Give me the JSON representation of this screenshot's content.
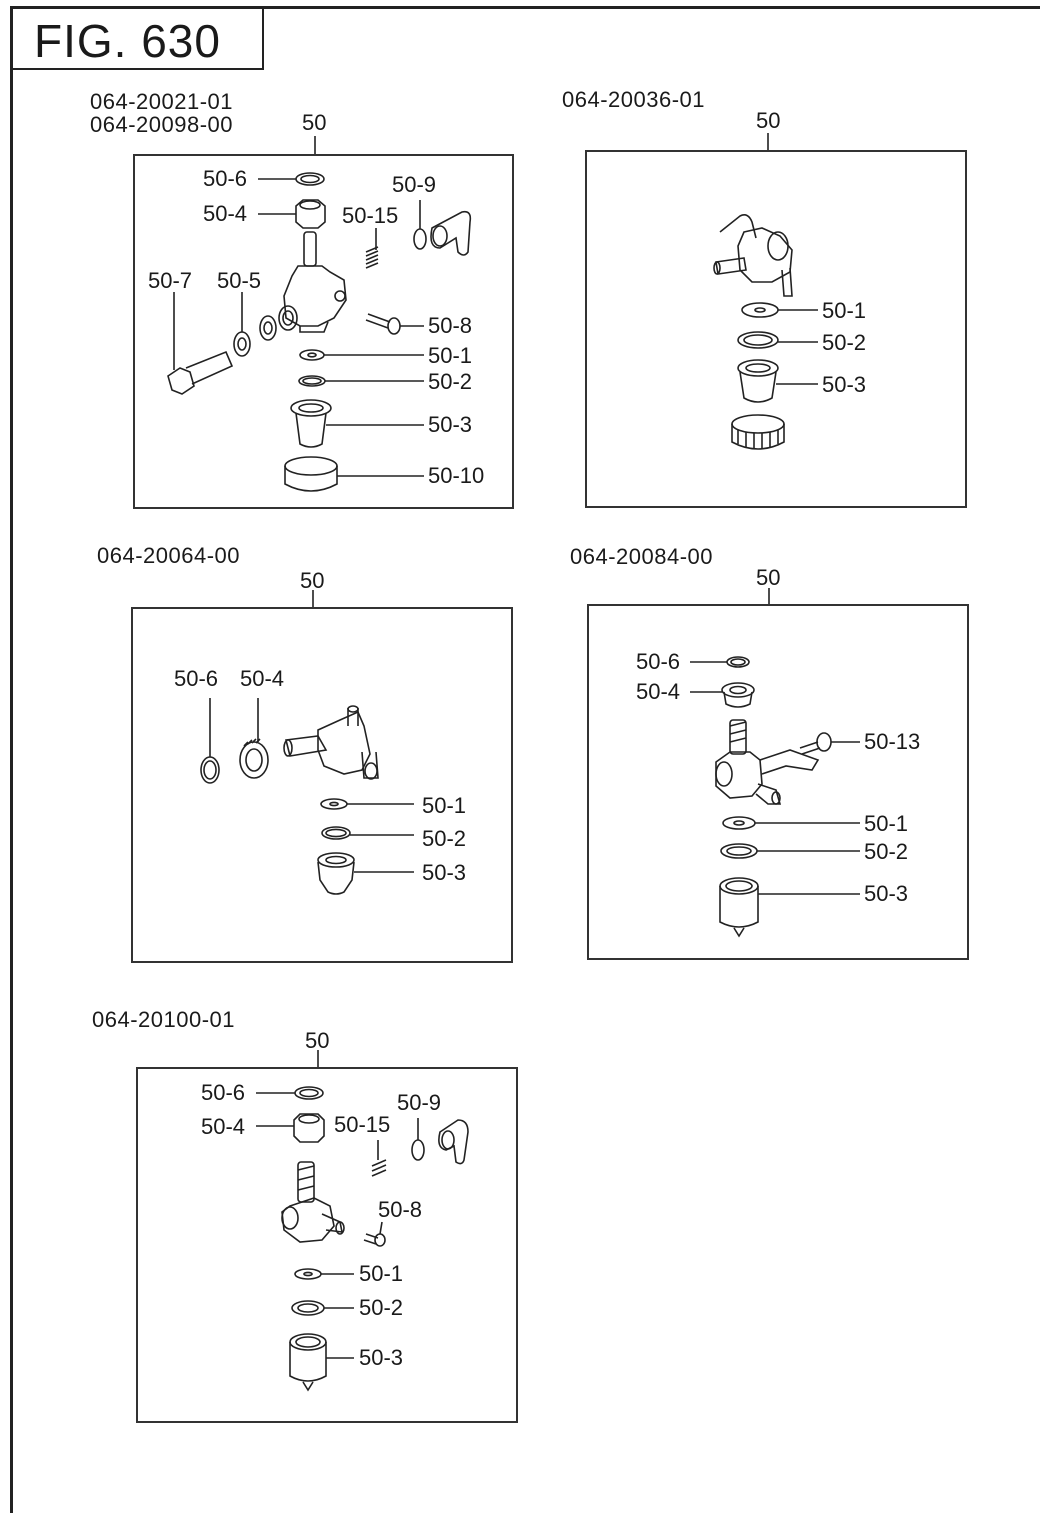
{
  "figure": {
    "title": "FIG. 630"
  },
  "diagrams": [
    {
      "id": "A",
      "part_numbers": [
        "064-20021-01",
        "064-20098-00"
      ],
      "group_label": "50",
      "callouts": [
        "50-6",
        "50-4",
        "50-9",
        "50-15",
        "50-7",
        "50-5",
        "50-8",
        "50-1",
        "50-2",
        "50-3",
        "50-10"
      ]
    },
    {
      "id": "B",
      "part_numbers": [
        "064-20036-01"
      ],
      "group_label": "50",
      "callouts": [
        "50-1",
        "50-2",
        "50-3"
      ]
    },
    {
      "id": "C",
      "part_numbers": [
        "064-20064-00"
      ],
      "group_label": "50",
      "callouts": [
        "50-6",
        "50-4",
        "50-1",
        "50-2",
        "50-3"
      ]
    },
    {
      "id": "D",
      "part_numbers": [
        "064-20084-00"
      ],
      "group_label": "50",
      "callouts": [
        "50-6",
        "50-4",
        "50-13",
        "50-1",
        "50-2",
        "50-3"
      ]
    },
    {
      "id": "E",
      "part_numbers": [
        "064-20100-01"
      ],
      "group_label": "50",
      "callouts": [
        "50-6",
        "50-4",
        "50-9",
        "50-15",
        "50-8",
        "50-1",
        "50-2",
        "50-3"
      ]
    }
  ]
}
